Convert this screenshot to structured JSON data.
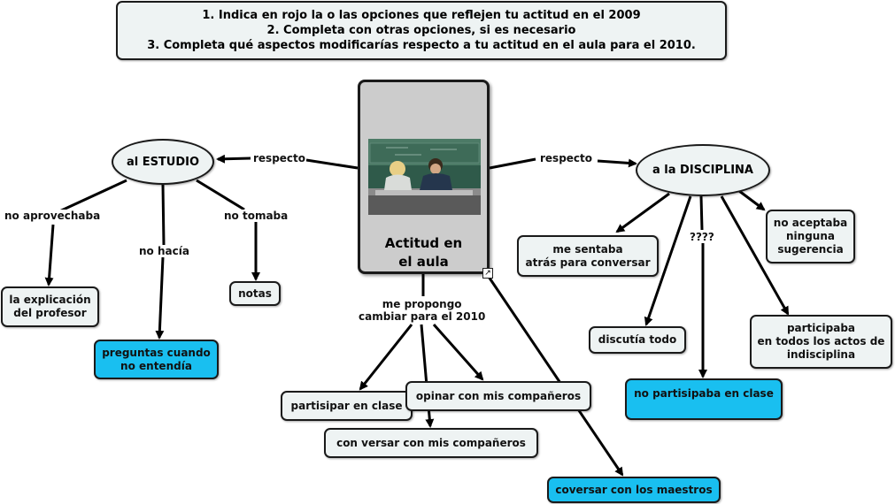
{
  "instructions": {
    "line1": "1. Indica en rojo la o las opciones que reflejen tu actitud en el 2009",
    "line2": "2. Completa con otras opciones, si es necesario",
    "line3": "3. Completa qué aspectos modificarías respecto a tu actitud en el aula para el 2010."
  },
  "center": {
    "title": "Actitud en\nel aula"
  },
  "ovals": {
    "estudio": "al ESTUDIO",
    "disciplina": "a la DISCIPLINA"
  },
  "edge_labels": {
    "respecto_left": "respecto",
    "respecto_right": "respecto",
    "no_aprovechaba": "no aprovechaba",
    "no_hacia": "no hacía",
    "no_tomaba": "no tomaba",
    "interrogantes": "????",
    "me_propongo": "me propongo\ncambiar para el 2010"
  },
  "nodes": {
    "explicacion": "la explicación\ndel profesor",
    "preguntas": "preguntas cuando\nno entendía",
    "notas": "notas",
    "me_sentaba": "me sentaba\natrás para conversar",
    "no_aceptaba": "no aceptaba\nninguna\nsugerencia",
    "discutia": "discutía todo",
    "participaba": "participaba\nen todos los actos de\nindisciplina",
    "no_partisipaba": "no partisipaba en clase",
    "partisipar": "partisipar en clase",
    "opinar": "opinar con mis  compañeros",
    "con_versar": "con versar  con mis compañeros",
    "coversar": "coversar con los maestros"
  },
  "colors": {
    "node_fill": "#eef3f3",
    "highlight": "#19bff0",
    "border": "#1a1a1a"
  }
}
